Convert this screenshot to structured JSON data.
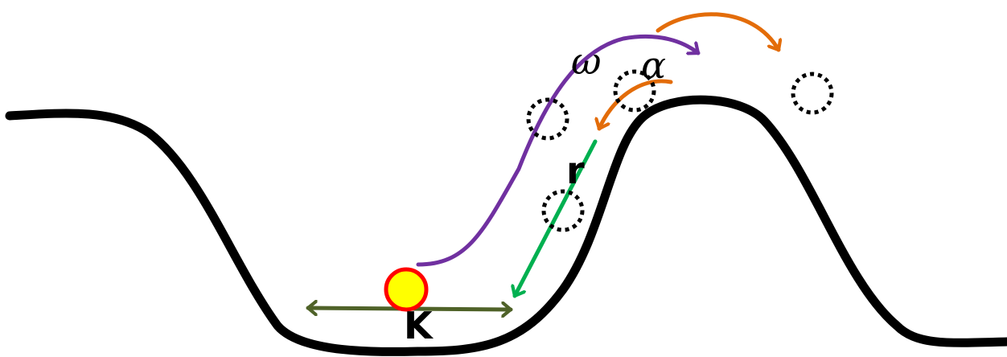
{
  "diagram": {
    "labels": {
      "omega": "ω",
      "alpha": "α",
      "r": "r",
      "k": "K"
    },
    "colors": {
      "landscape": "#000000",
      "omega_arrow": "#7030a0",
      "alpha_arrows": "#e36c09",
      "r_arrow": "#00b050",
      "k_arrow": "#4f6228",
      "ball_fill": "#ffff00",
      "ball_stroke": "#ff0000",
      "ghost_ball": "#000000"
    },
    "icons": {
      "ball": "solid-ball",
      "ghost": "dotted-circle"
    }
  }
}
